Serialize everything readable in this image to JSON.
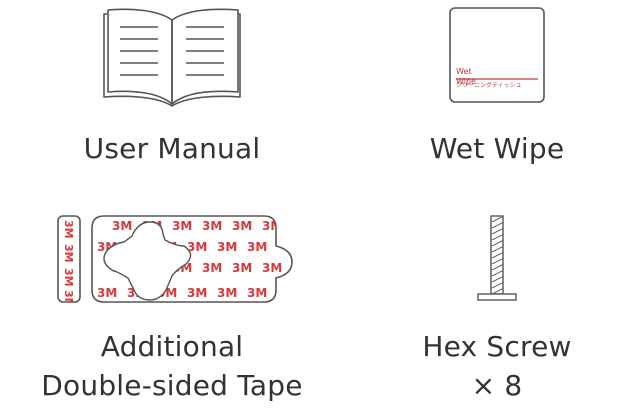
{
  "items": {
    "manual": {
      "label": "User Manual"
    },
    "wipe": {
      "label": "Wet Wipe",
      "package_text_en": "Wet Wipe",
      "package_text_jp": "クリーニングティッシュ"
    },
    "tape": {
      "label_line1": "Additional",
      "label_line2": "Double-sided Tape",
      "logo_text": "3M"
    },
    "screw": {
      "label_line1": "Hex Screw",
      "label_line2": "× 8"
    }
  },
  "colors": {
    "outline": "#555555",
    "text": "#333333",
    "tape_red": "#d9383a",
    "wipe_red": "#c8373a"
  }
}
